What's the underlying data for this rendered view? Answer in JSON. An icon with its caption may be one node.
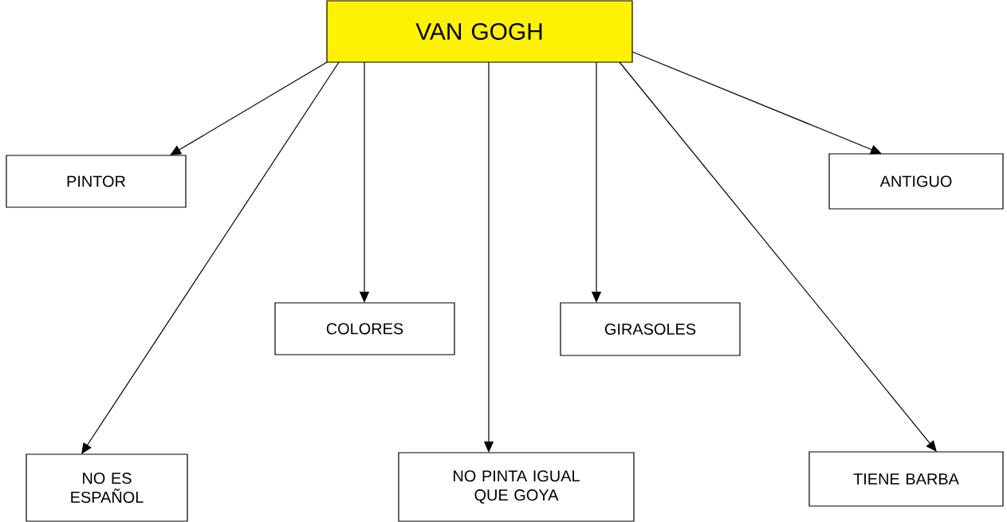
{
  "diagram": {
    "nodes": [
      {
        "text": [
          "VAN GOGH"
        ]
      },
      {
        "text": [
          "PINTOR"
        ]
      },
      {
        "text": [
          "ANTIGUO"
        ]
      },
      {
        "text": [
          "COLORES"
        ]
      },
      {
        "text": [
          "GIRASOLES"
        ]
      },
      {
        "text": [
          "NO ES ESPAÑOL"
        ]
      },
      {
        "text": [
          "NO PINTA IGUAL QUE GOYA"
        ]
      },
      {
        "text": [
          "TIENE BARBA"
        ]
      }
    ],
    "edges": [
      {
        "from": 0,
        "to": 1,
        "arrow": "to"
      },
      {
        "from": 0,
        "to": 5,
        "arrow": "to"
      },
      {
        "from": 0,
        "to": 3,
        "arrow": "to"
      },
      {
        "from": 0,
        "to": 6,
        "arrow": "to"
      },
      {
        "from": 0,
        "to": 4,
        "arrow": "to"
      },
      {
        "from": 0,
        "to": 7,
        "arrow": "to"
      },
      {
        "from": 0,
        "to": 2,
        "arrow": "to"
      }
    ]
  }
}
